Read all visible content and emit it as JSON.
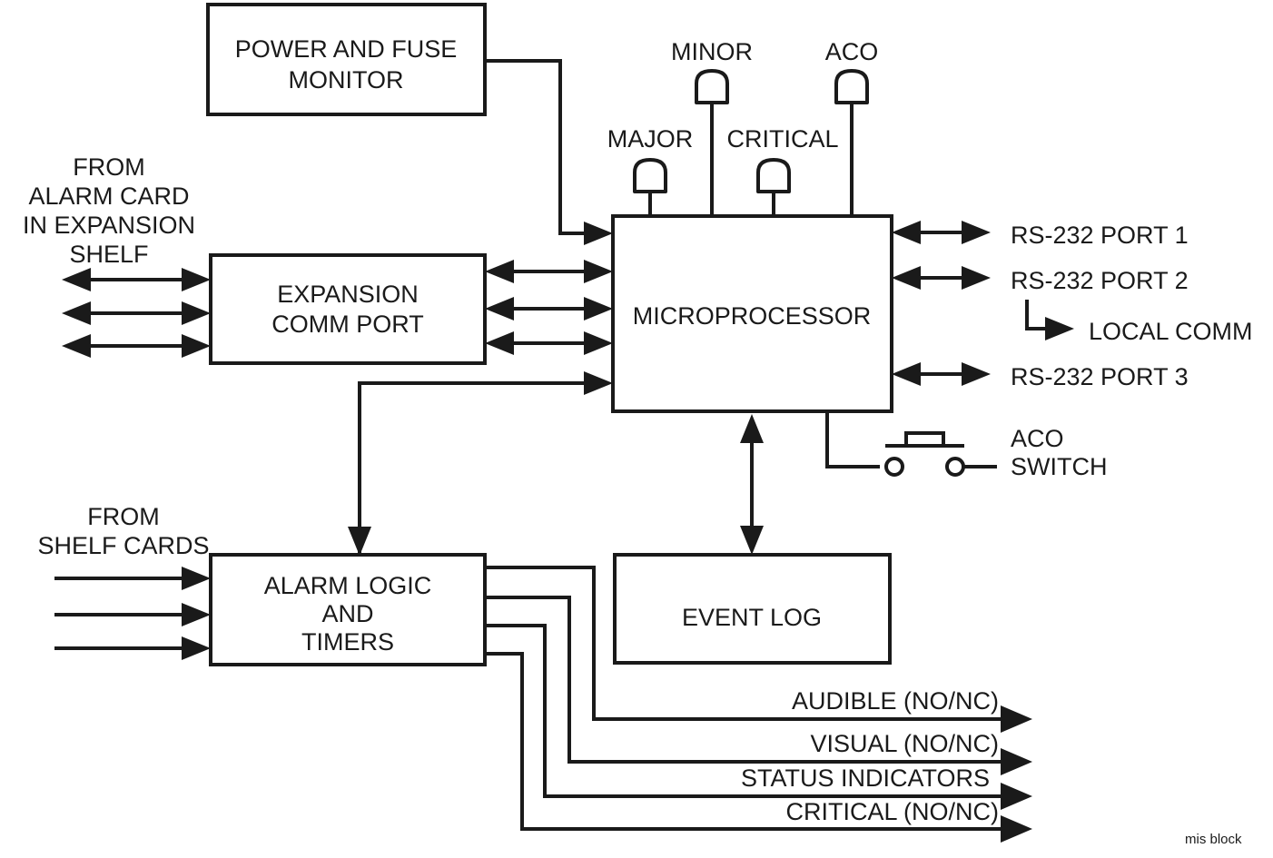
{
  "diagram": {
    "caption": "mis block",
    "ink_color": "#1a1a1a",
    "background_color": "#ffffff",
    "blocks": {
      "power_fuse_monitor": {
        "line1": "POWER AND FUSE",
        "line2": "MONITOR"
      },
      "expansion_comm_port": {
        "line1": "EXPANSION",
        "line2": "COMM PORT"
      },
      "microprocessor": {
        "line1": "MICROPROCESSOR"
      },
      "alarm_logic": {
        "line1": "ALARM LOGIC",
        "line2": "AND",
        "line3": "TIMERS"
      },
      "event_log": {
        "line1": "EVENT LOG"
      }
    },
    "indicators": [
      {
        "id": "major",
        "label": "MAJOR"
      },
      {
        "id": "minor",
        "label": "MINOR"
      },
      {
        "id": "critical",
        "label": "CRITICAL"
      },
      {
        "id": "aco",
        "label": "ACO"
      }
    ],
    "left_inputs": {
      "expansion_source": {
        "line1": "FROM",
        "line2": "ALARM CARD",
        "line3": "IN  EXPANSION",
        "line4": "SHELF"
      },
      "shelf_source": {
        "line1": "FROM",
        "line2": "SHELF CARDS"
      }
    },
    "right_ports": [
      {
        "id": "rs232_port_1",
        "label": "RS-232 PORT 1"
      },
      {
        "id": "rs232_port_2",
        "label": "RS-232 PORT 2"
      },
      {
        "id": "local_comm",
        "label": "LOCAL COMM"
      },
      {
        "id": "rs232_port_3",
        "label": "RS-232 PORT 3"
      }
    ],
    "aco_switch": {
      "line1": "ACO",
      "line2": "SWITCH"
    },
    "outputs": [
      {
        "id": "audible",
        "label": "AUDIBLE  (NO/NC)"
      },
      {
        "id": "visual",
        "label": "VISUAL (NO/NC)"
      },
      {
        "id": "status_indicators",
        "label": "STATUS  INDICATORS"
      },
      {
        "id": "critical_out",
        "label": "CRITICAL  (NO/NC)"
      }
    ]
  }
}
